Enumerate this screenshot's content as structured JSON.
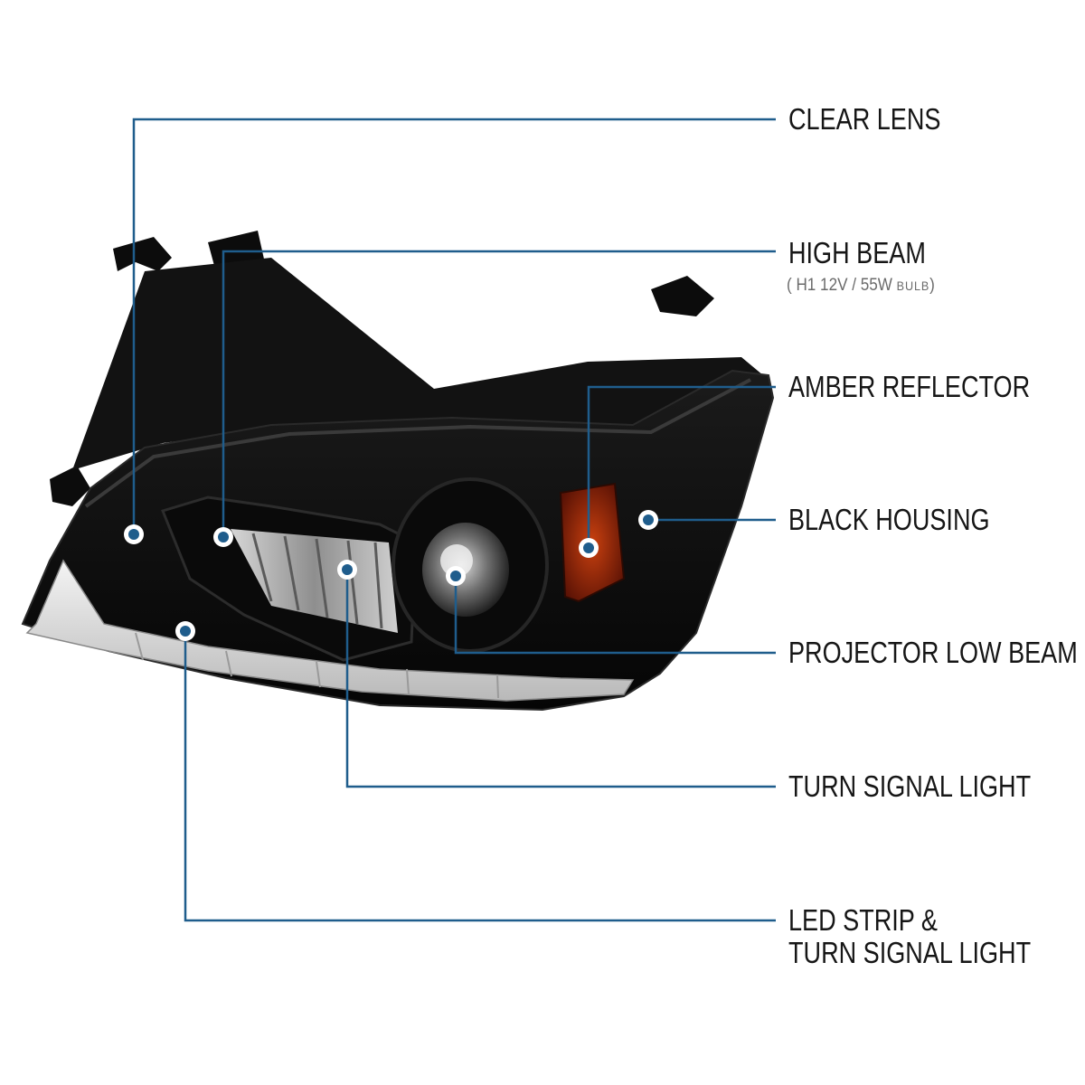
{
  "accent_color": "#1f5d8c",
  "callouts": {
    "clear_lens": "CLEAR LENS",
    "high_beam": "HIGH BEAM",
    "high_beam_spec_open": "( H1  12V / 55W",
    "high_beam_spec_bulb": "BULB",
    "high_beam_spec_close": ")",
    "amber_reflector": "AMBER REFLECTOR",
    "black_housing": "BLACK HOUSING",
    "projector_low_beam": "PROJECTOR LOW BEAM",
    "turn_signal_light": "TURN SIGNAL LIGHT",
    "led_strip_line1": "LED STRIP &",
    "led_strip_line2": "TURN SIGNAL LIGHT"
  }
}
